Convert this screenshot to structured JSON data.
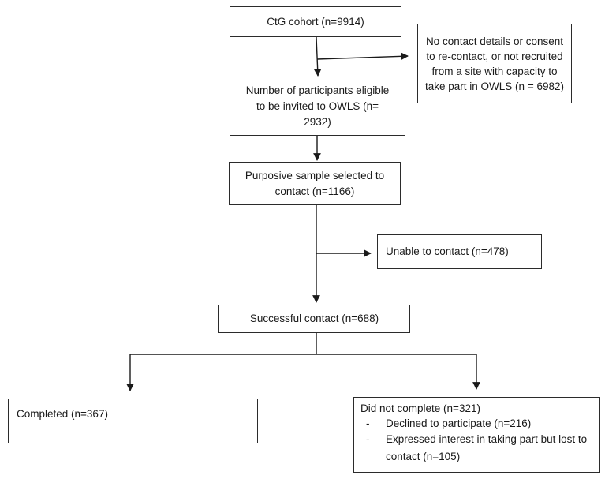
{
  "boxes": {
    "cohort": "CtG cohort (n=9914)",
    "excluded": "No contact details or consent to re-contact, or not recruited from a site with capacity to take part in OWLS (n = 6982)",
    "eligible": "Number of participants eligible to be invited to OWLS (n= 2932)",
    "sample": "Purposive sample selected to contact (n=1166)",
    "unable": "Unable to contact (n=478)",
    "successful": "Successful contact (n=688)",
    "completed": "Completed (n=367)",
    "not_completed": {
      "title": "Did not complete (n=321)",
      "items": [
        "Declined to participate (n=216)",
        "Expressed interest in taking part but lost to contact (n=105)"
      ]
    }
  }
}
